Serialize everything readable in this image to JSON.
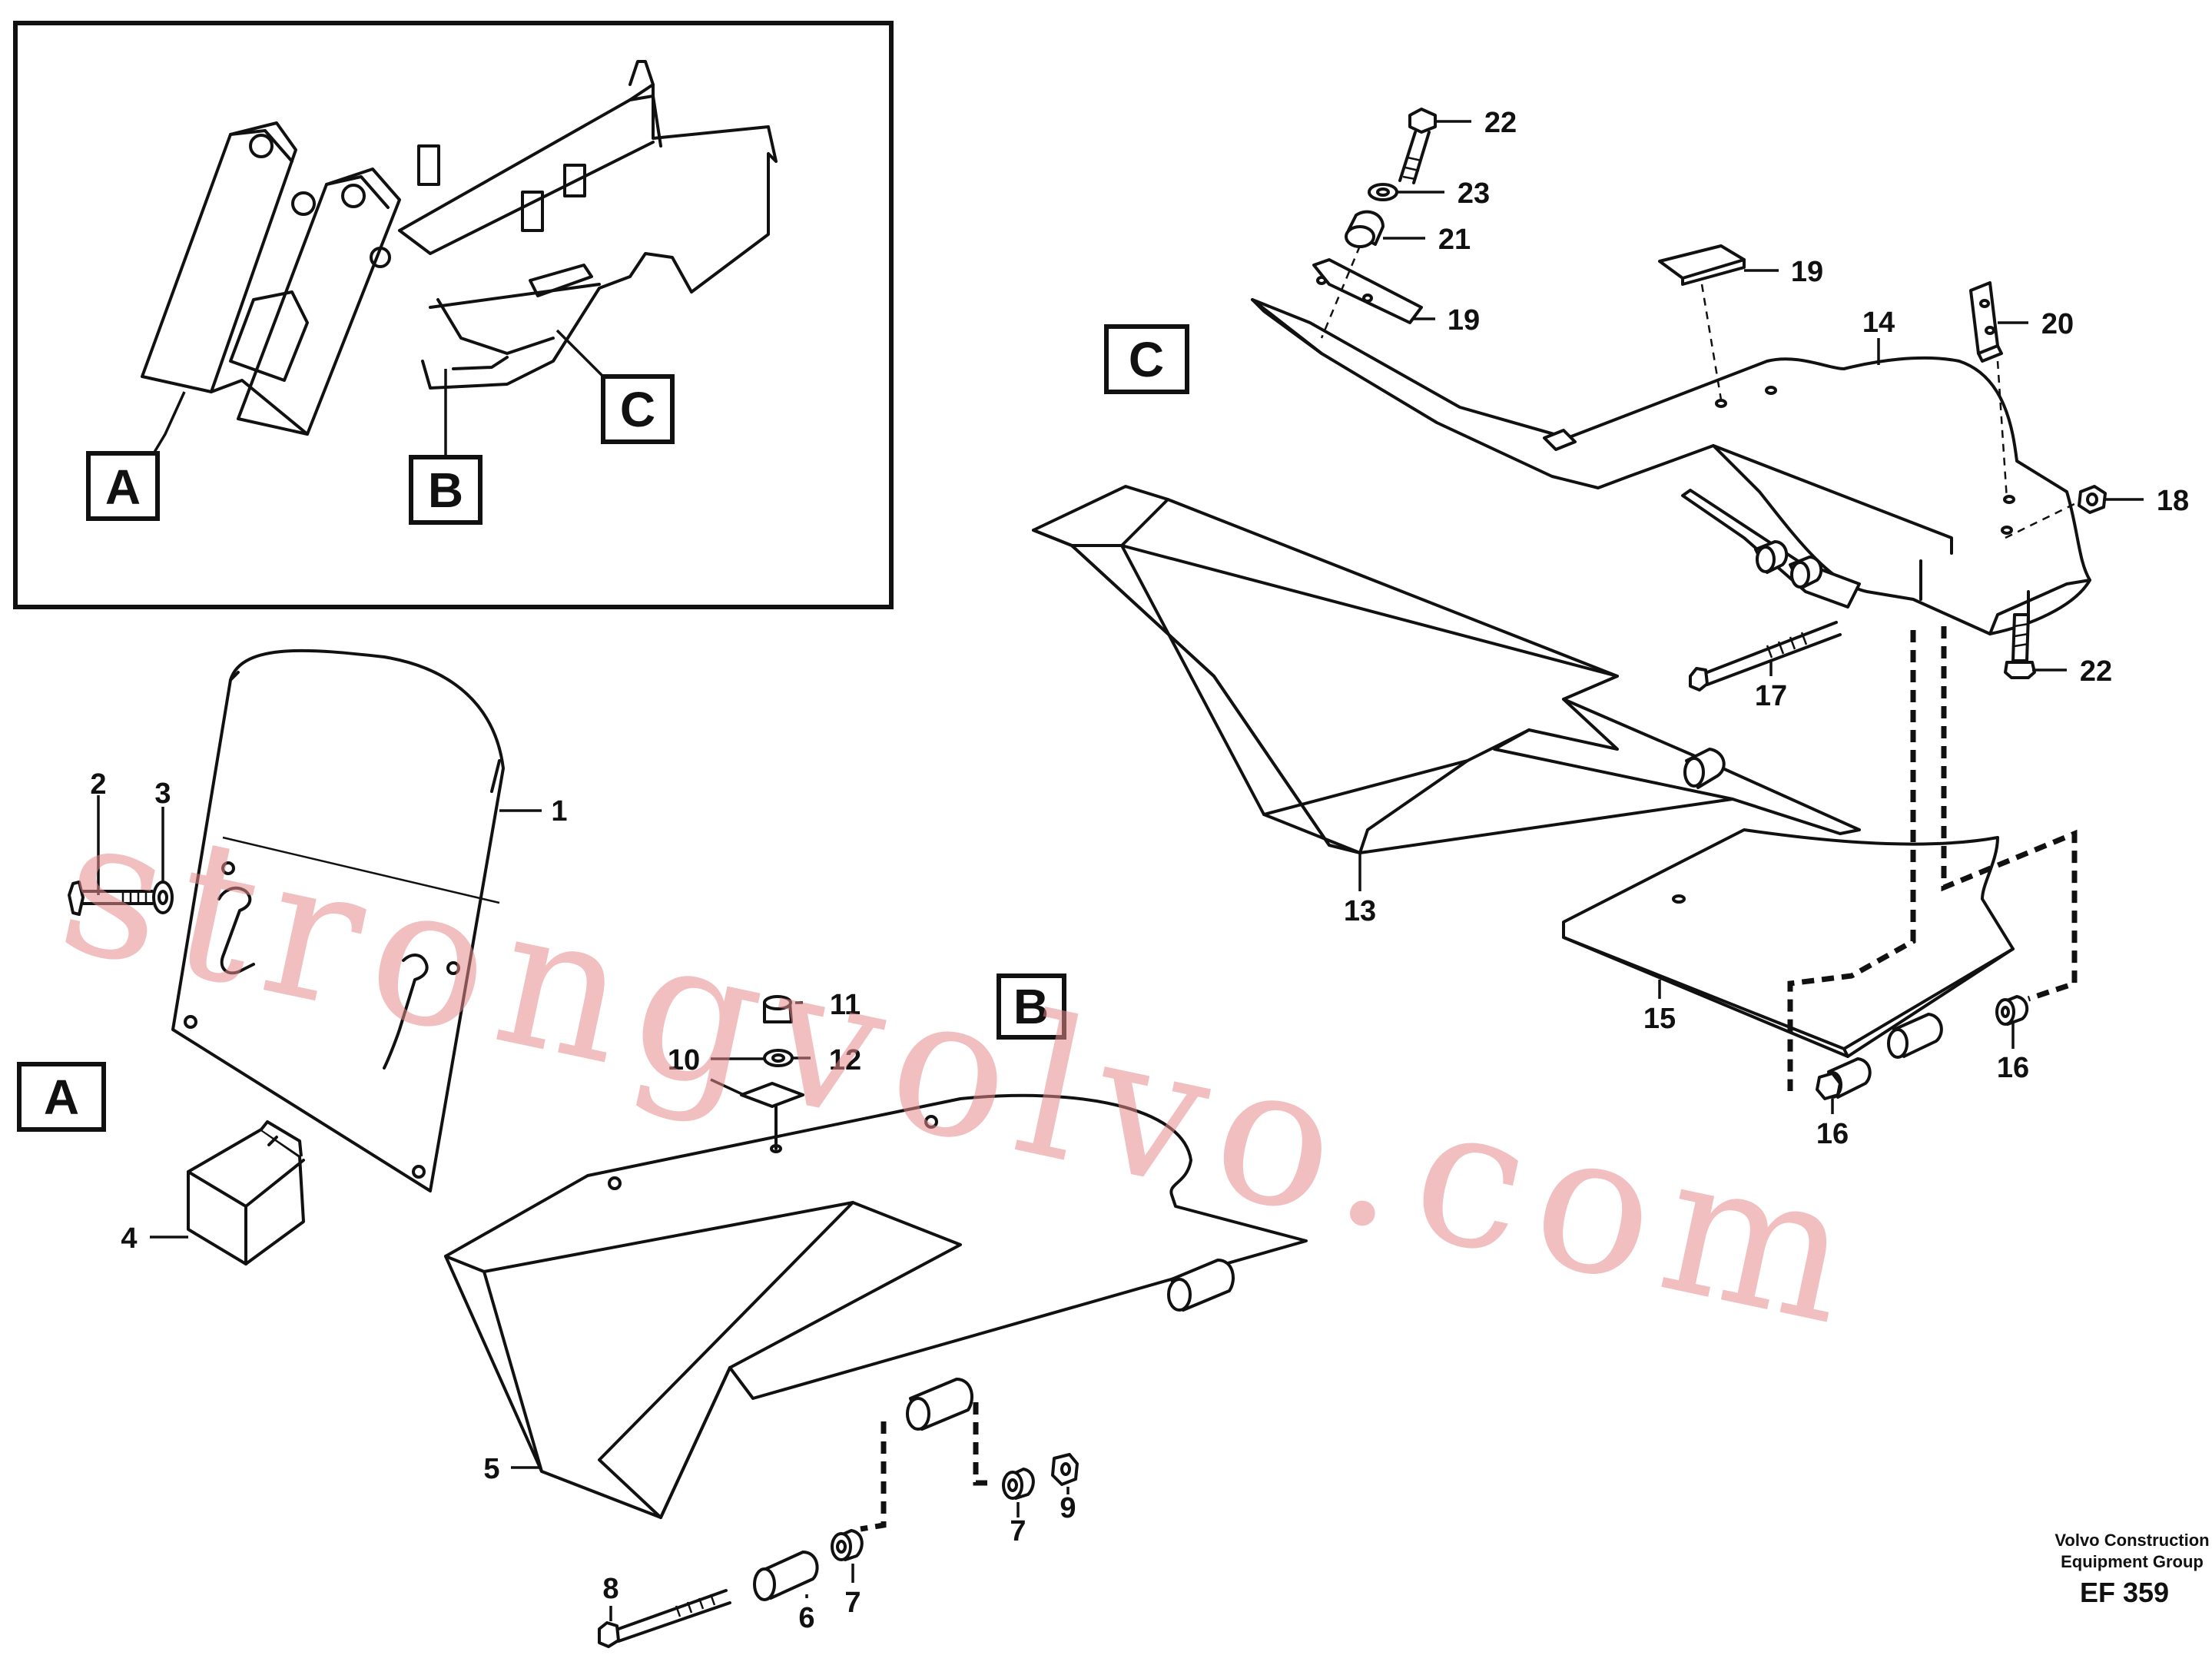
{
  "inset": {
    "labels": {
      "a": "A",
      "b": "B",
      "c": "C"
    }
  },
  "sections": {
    "a": "A",
    "b": "B",
    "c": "C"
  },
  "callouts": {
    "n1": "1",
    "n2": "2",
    "n3": "3",
    "n4": "4",
    "n5": "5",
    "n6": "6",
    "n7a": "7",
    "n7b": "7",
    "n8": "8",
    "n9": "9",
    "n10": "10",
    "n11": "11",
    "n12": "12",
    "n13": "13",
    "n14": "14",
    "n15": "15",
    "n16a": "16",
    "n16b": "16",
    "n17": "17",
    "n18": "18",
    "n19a": "19",
    "n19b": "19",
    "n20": "20",
    "n21": "21",
    "n22a": "22",
    "n22b": "22",
    "n23": "23"
  },
  "watermark": "strongvolvo.com",
  "footer": {
    "line1": "Volvo Construction",
    "line2": "Equipment Group",
    "code": "EF 359"
  }
}
